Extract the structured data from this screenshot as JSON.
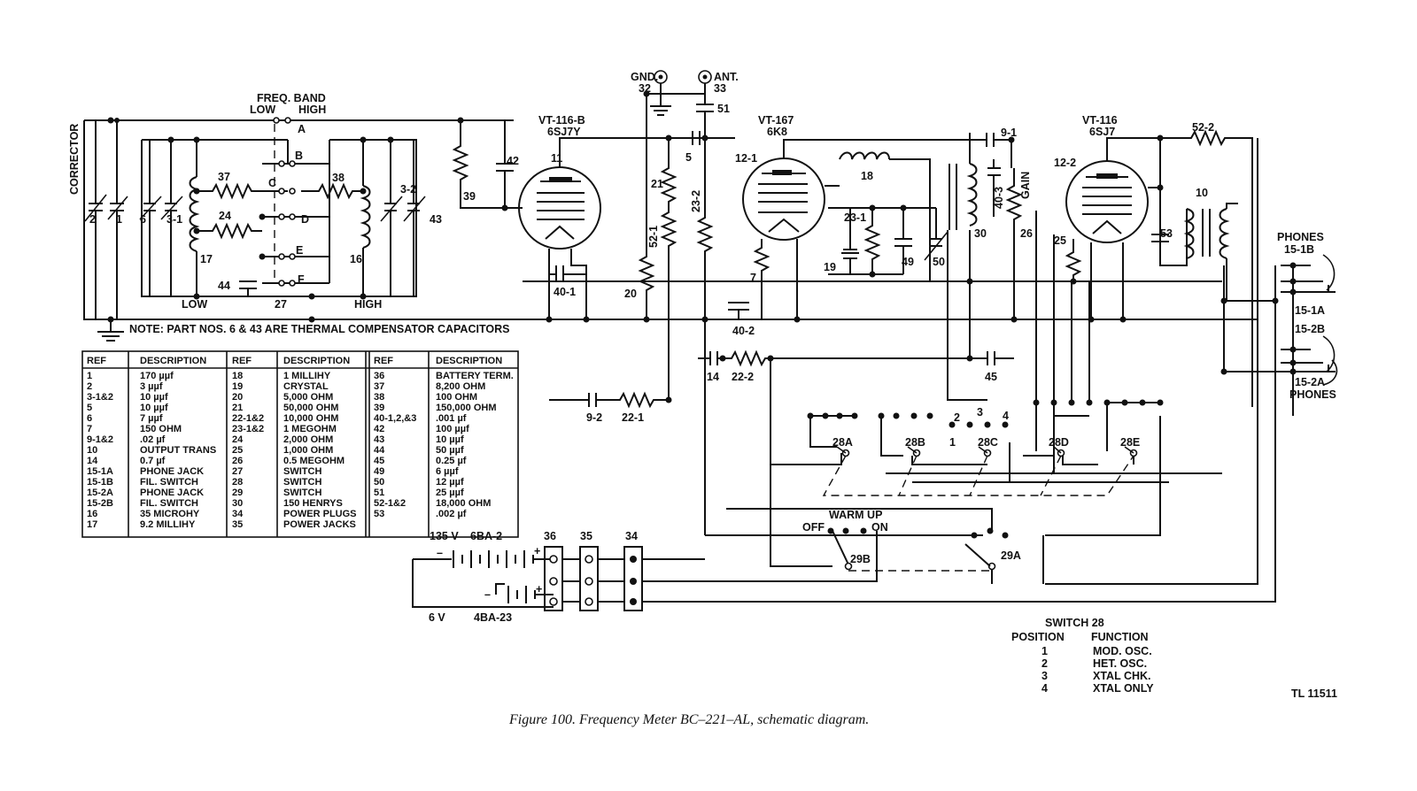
{
  "diagram": {
    "caption": "Figure 100.   Frequency Meter BC–221–AL, schematic diagram.",
    "tl_number": "TL 11511",
    "note": "NOTE: PART NOS. 6 & 43 ARE THERMAL COMPENSATOR CAPACITORS",
    "freq_band": {
      "title": "FREQ. BAND",
      "low": "LOW",
      "high": "HIGH",
      "contacts": [
        "A",
        "B",
        "C",
        "D",
        "E",
        "F"
      ]
    },
    "corrector": "CORRECTOR",
    "tubes": [
      {
        "ref": "11",
        "type": "VT-116-B",
        "base": "6SJ7Y"
      },
      {
        "ref": "12-1",
        "type": "VT-167",
        "base": "6K8"
      },
      {
        "ref": "12-2",
        "type": "VT-116",
        "base": "6SJ7"
      }
    ],
    "terminals": {
      "gnd": "GND.",
      "gnd_ref": "32",
      "ant": "ANT.",
      "ant_ref": "33"
    },
    "phones": {
      "label_top": "PHONES",
      "label_bottom": "PHONES",
      "jacks": [
        "15-1B",
        "15-1A",
        "15-2B",
        "15-2A"
      ]
    },
    "gain_label": "GAIN",
    "warm_up": {
      "title": "WARM UP",
      "off": "OFF",
      "on": "ON",
      "switch_b": "29B",
      "switch_a": "29A"
    },
    "switch28_sections": [
      "28A",
      "28B",
      "28C",
      "28D",
      "28E"
    ],
    "switch28_positions": [
      "1",
      "2",
      "3",
      "4"
    ],
    "batteries": {
      "hv": "135 V",
      "hv_type": "6BA-2",
      "lv": "6 V",
      "lv_type": "4BA-23",
      "term_36": "36",
      "term_35": "35",
      "term_34": "34"
    },
    "low_label": "LOW",
    "high_label": "HIGH",
    "part_labels": {
      "p2": "2",
      "p1": "1",
      "p6": "6",
      "p31": "3-1",
      "p37": "37",
      "p24": "24",
      "p17": "17",
      "p44": "44",
      "p27": "27",
      "p38": "38",
      "p16": "16",
      "p32c": "3-2",
      "p43": "43",
      "p39": "39",
      "p42": "42",
      "p401": "40-1",
      "p20": "20",
      "p521": "52-1",
      "p21": "21",
      "p5": "5",
      "p51": "51",
      "p232": "23-2",
      "p18": "18",
      "p231": "23-1",
      "p19": "19",
      "p49": "49",
      "p50": "50",
      "p7": "7",
      "p402": "40-2",
      "p91": "9-1",
      "p403": "40-3",
      "p30": "30",
      "p26": "26",
      "p25": "25",
      "p53": "53",
      "p10": "10",
      "p522": "52-2",
      "p92": "9-2",
      "p221": "22-1",
      "p14": "14",
      "p222": "22-2",
      "p45": "45"
    }
  },
  "parts_table": {
    "headers": [
      "REF",
      "DESCRIPTION"
    ],
    "columns": [
      [
        [
          "1",
          "170 µµf"
        ],
        [
          "2",
          "3 µµf"
        ],
        [
          "3-1&2",
          "10 µµf"
        ],
        [
          "5",
          "10 µµf"
        ],
        [
          "6",
          "7 µµf"
        ],
        [
          "7",
          "150 OHM"
        ],
        [
          "9-1&2",
          ".02 µf"
        ],
        [
          "10",
          "OUTPUT TRANS"
        ],
        [
          "14",
          "0.7 µf"
        ],
        [
          "15-1A",
          "PHONE JACK"
        ],
        [
          "15-1B",
          "FIL. SWITCH"
        ],
        [
          "15-2A",
          "PHONE JACK"
        ],
        [
          "15-2B",
          "FIL. SWITCH"
        ],
        [
          "16",
          "35 MICROHY"
        ],
        [
          "17",
          "9.2 MILLIHY"
        ]
      ],
      [
        [
          "18",
          "1 MILLIHY"
        ],
        [
          "19",
          "CRYSTAL"
        ],
        [
          "20",
          "5,000 OHM"
        ],
        [
          "21",
          "50,000 OHM"
        ],
        [
          "22-1&2",
          "10,000 OHM"
        ],
        [
          "23-1&2",
          "1 MEGOHM"
        ],
        [
          "24",
          "2,000 OHM"
        ],
        [
          "25",
          "1,000 OHM"
        ],
        [
          "26",
          "0.5 MEGOHM"
        ],
        [
          "27",
          "SWITCH"
        ],
        [
          "28",
          "SWITCH"
        ],
        [
          "29",
          "SWITCH"
        ],
        [
          "30",
          "150 HENRYS"
        ],
        [
          "34",
          "POWER PLUGS"
        ],
        [
          "35",
          "POWER JACKS"
        ]
      ],
      [
        [
          "36",
          "BATTERY TERM."
        ],
        [
          "37",
          "8,200 OHM"
        ],
        [
          "38",
          "100 OHM"
        ],
        [
          "39",
          "150,000 OHM"
        ],
        [
          "40-1,2,&3",
          ".001 µf"
        ],
        [
          "42",
          "100 µµf"
        ],
        [
          "43",
          "10 µµf"
        ],
        [
          "44",
          "50 µµf"
        ],
        [
          "45",
          "0.25 µf"
        ],
        [
          "49",
          "6 µµf"
        ],
        [
          "50",
          "12 µµf"
        ],
        [
          "51",
          "25 µµf"
        ],
        [
          "52-1&2",
          "18,000 OHM"
        ],
        [
          "53",
          ".002 µf"
        ]
      ]
    ]
  },
  "switch28_table": {
    "title": "SWITCH  28",
    "col_position": "POSITION",
    "col_function": "FUNCTION",
    "rows": [
      [
        "1",
        "MOD. OSC."
      ],
      [
        "2",
        "HET. OSC."
      ],
      [
        "3",
        "XTAL CHK."
      ],
      [
        "4",
        "XTAL ONLY"
      ]
    ]
  }
}
